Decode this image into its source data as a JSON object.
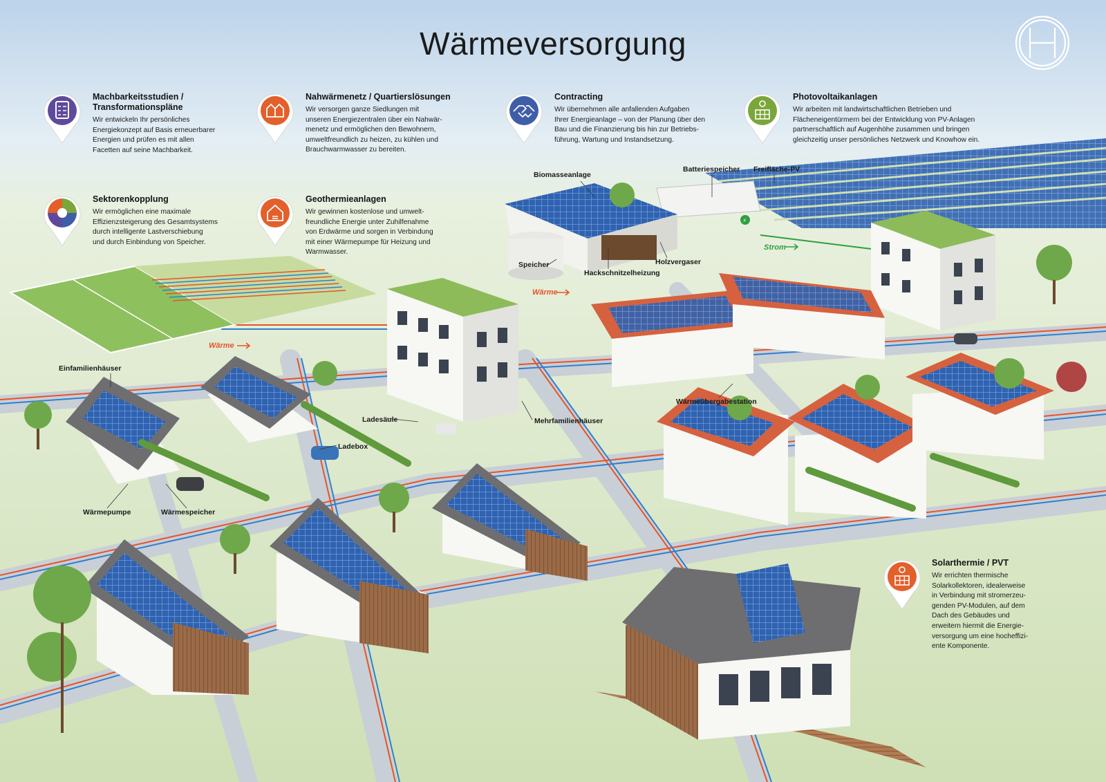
{
  "title": "Wärmeversorgung",
  "colors": {
    "sky_top": "#c6daed",
    "ground": "#cfe0b5",
    "lawn": "#b9d493",
    "road": "#c9cfd6",
    "pipe_heat": "#e5542a",
    "pipe_return": "#2f7fd1",
    "pipe_power": "#2f9e3f",
    "pv_panel": "#2d5fae",
    "roof_red": "#d6613f",
    "roof_grey": "#6e6e70",
    "wall": "#f7f7f4",
    "wood": "#9a6a46",
    "icon_purple": "#5e4a9c",
    "icon_orange": "#e3602b",
    "icon_blue": "#3f5ea8",
    "icon_green": "#7aa63a"
  },
  "info_boxes": [
    {
      "title": "Machbarkeitsstudien /\nTransformationspläne",
      "text": "Wir entwickeln Ihr persönliches\nEnergiekonzept auf Basis erneuerbarer\nEnergien und prüfen es mit allen\nFacetten auf seine Machbarkeit.",
      "icon": "clipboard-checklist-icon",
      "color": "#5e4a9c"
    },
    {
      "title": "Nahwärmenetz / Quartierslösungen",
      "text": "Wir versorgen ganze Siedlungen mit\nunseren Energiezentralen über ein Nahwär-\nmenetz und ermöglichen den Bewohnern,\numweltfreundlich zu heizen, zu kühlen und\nBrauchwarmwasser zu bereiten.",
      "icon": "district-heating-icon",
      "color": "#e3602b"
    },
    {
      "title": "Contracting",
      "text": "Wir übernehmen alle anfallenden Aufgaben\nIhrer Energieanlage – von der Planung über den\nBau und die Finanzierung bis hin zur Betriebs-\nführung, Wartung und Instandsetzung.",
      "icon": "handshake-icon",
      "color": "#3f5ea8"
    },
    {
      "title": "Photovoltaikanlagen",
      "text": "Wir arbeiten mit landwirtschaftlichen Betrieben und\nFlächeneigentürmern bei der Entwicklung von PV-Anlagen\npartnerschaftlich auf Augenhöhe zusammen und bringen\ngleichzeitig unser persönliches Netzwerk und Knowhow ein.",
      "icon": "solar-panel-icon",
      "color": "#7aa63a"
    },
    {
      "title": "Sektorenkopplung",
      "text": "Wir ermöglichen eine maximale\nEffizienzsteigerung des Gesamtsystems\ndurch intelligente Lastverschiebung\nund durch Einbindung von Speicher.",
      "icon": "sector-coupling-icon",
      "color": "#7aa63a"
    },
    {
      "title": "Geothermieanlagen",
      "text": "Wir gewinnen kostenlose und umwelt-\nfreundliche Energie unter Zuhilfenahme\nvon Erdwärme und sorgen in Verbindung\nmit einer Wärmepumpe für Heizung und\nWarmwasser.",
      "icon": "geothermal-house-icon",
      "color": "#e3602b"
    },
    {
      "title": "Solarthermie / PVT",
      "text": "Wir errichten thermische\nSolarkollektoren, idealerweise\nin Verbindung mit stromerzeu-\ngenden PV-Modulen, auf dem\nDach des Gebäudes und\nerweitern hiermit die Energie-\nversorgung um eine hocheffizi-\nente Komponente.",
      "icon": "solar-thermal-icon",
      "color": "#e3602b"
    }
  ],
  "labels": {
    "biomasse": "Biomasseanlage",
    "batterie": "Batteriespeicher",
    "freiflaeche": "Freifläche-PV",
    "speicher": "Speicher",
    "hackschnitzel": "Hackschnitzelheizung",
    "holzvergaser": "Holzvergaser",
    "einfamilien": "Einfamilienhäuser",
    "ladesaeule": "Ladesäule",
    "ladebox": "Ladebox",
    "mehrfamilien": "Mehrfamilienhäuser",
    "waermeuebergabe": "Wärmeübergabestation",
    "waermepumpe": "Wärmepumpe",
    "waermespeicher": "Wärmespeicher"
  },
  "flows": {
    "heat_top": "Wärme",
    "heat_field": "Wärme",
    "power": "Strom"
  }
}
